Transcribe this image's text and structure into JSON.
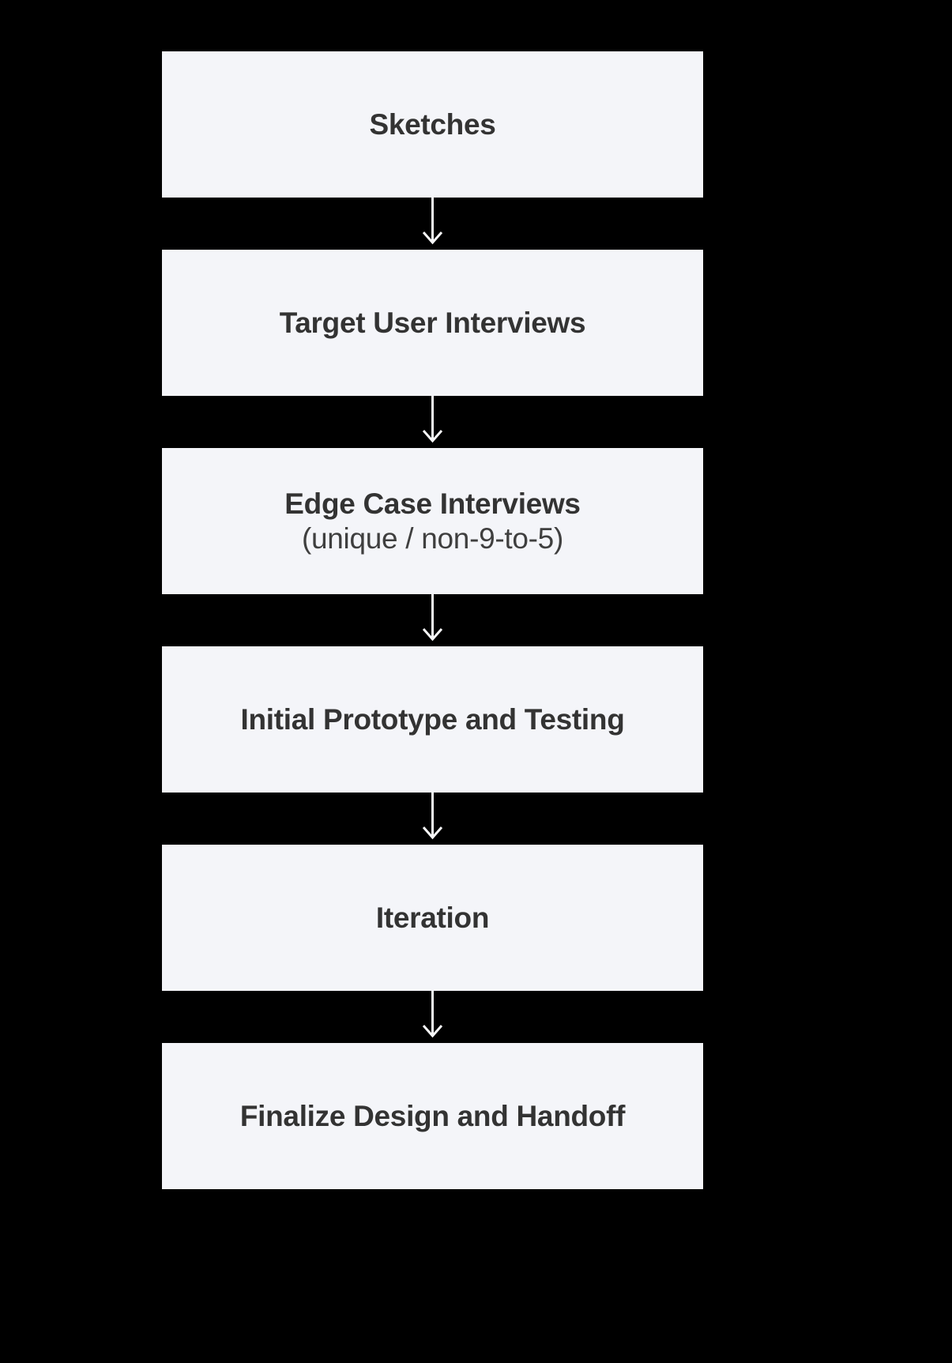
{
  "diagram": {
    "type": "flowchart",
    "direction": "top-to-bottom",
    "background_color": "#000000",
    "node_fill_color": "#f4f5f9",
    "node_text_color": "#333333",
    "arrow_color": "#f7f7f8",
    "nodes": [
      {
        "id": "sketches",
        "title": "Sketches",
        "subtitle": ""
      },
      {
        "id": "target-user-interviews",
        "title": "Target User Interviews",
        "subtitle": ""
      },
      {
        "id": "edge-case-interviews",
        "title": "Edge Case Interviews",
        "subtitle": "(unique / non-9-to-5)"
      },
      {
        "id": "initial-prototype-and-testing",
        "title": "Initial Prototype and Testing",
        "subtitle": ""
      },
      {
        "id": "iteration",
        "title": "Iteration",
        "subtitle": ""
      },
      {
        "id": "finalize-design-and-handoff",
        "title": "Finalize Design and Handoff",
        "subtitle": ""
      }
    ],
    "edges": [
      {
        "from": "sketches",
        "to": "target-user-interviews",
        "label": ""
      },
      {
        "from": "target-user-interviews",
        "to": "edge-case-interviews",
        "label": ""
      },
      {
        "from": "edge-case-interviews",
        "to": "initial-prototype-and-testing",
        "label": ""
      },
      {
        "from": "initial-prototype-and-testing",
        "to": "iteration",
        "label": ""
      },
      {
        "from": "iteration",
        "to": "finalize-design-and-handoff",
        "label": ""
      }
    ]
  }
}
